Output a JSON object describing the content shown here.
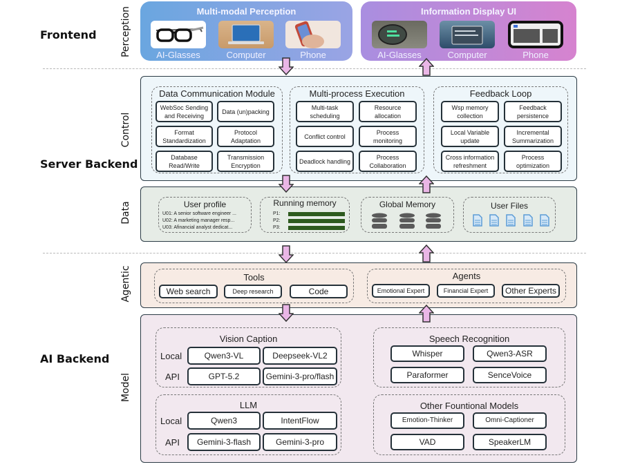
{
  "tiers": {
    "frontend": "Frontend",
    "server_backend": "Server Backend",
    "ai_backend": "AI Backend"
  },
  "layers": {
    "perception": "Perception",
    "control": "Control",
    "data": "Data",
    "agentic": "Agentic",
    "model": "Model"
  },
  "perception": {
    "input_panel": {
      "title": "Multi-modal Perception",
      "devices": [
        "AI-Glasses",
        "Computer",
        "Phone"
      ]
    },
    "output_panel": {
      "title": "Information Display UI",
      "devices": [
        "AI-Glasses",
        "Computer",
        "Phone"
      ]
    }
  },
  "control": {
    "groups": [
      {
        "title": "Data Communication Module",
        "items": [
          "WebSoc Sending and Receiving",
          "Data (un)packing",
          "Format Standardization",
          "Protocol Adaptation",
          "Database Read/Write",
          "Transmission Encryption"
        ]
      },
      {
        "title": "Multi-process Execution",
        "items": [
          "Multi-task scheduling",
          "Resource allocation",
          "Conflict control",
          "Process monitoring",
          "Deadlock handling",
          "Process Collaboration"
        ]
      },
      {
        "title": "Feedback Loop",
        "items": [
          "Wsp memory collection",
          "Feedback persistence",
          "Local Variable update",
          "Incremental Summarization",
          "Cross information refreshment",
          "Process optimization"
        ]
      }
    ]
  },
  "data": {
    "user_profile": {
      "title": "User profile",
      "entries": [
        "U01: A senior software engineer ...",
        "U02: A marketing manager resp...",
        "U03: Afinancial analyst dedicat..."
      ]
    },
    "running_memory": {
      "title": "Running memory",
      "entries": [
        "P1:",
        "P2:",
        "P3:"
      ]
    },
    "global_memory": {
      "title": "Global Memory",
      "icons": [
        "database-icon",
        "database-icon",
        "database-icon"
      ]
    },
    "user_files": {
      "title": "User Files",
      "icons": [
        "file-icon",
        "file-icon",
        "file-icon",
        "file-icon",
        "file-icon"
      ]
    }
  },
  "agentic": {
    "tools": {
      "title": "Tools",
      "items": [
        "Web search",
        "Deep research",
        "Code"
      ]
    },
    "agents": {
      "title": "Agents",
      "items": [
        "Emotional Expert",
        "Financial Expert",
        "Other Experts"
      ]
    }
  },
  "model": {
    "vision_caption": {
      "title": "Vision Caption",
      "rows": [
        {
          "label": "Local",
          "items": [
            "Qwen3-VL",
            "Deepseek-VL2"
          ]
        },
        {
          "label": "API",
          "items": [
            "GPT-5.2",
            "Gemini-3-pro/flash"
          ]
        }
      ]
    },
    "speech_recognition": {
      "title": "Speech Recognition",
      "items": [
        "Whisper",
        "Qwen3-ASR",
        "Paraformer",
        "SenceVoice"
      ]
    },
    "llm": {
      "title": "LLM",
      "rows": [
        {
          "label": "Local",
          "items": [
            "Qwen3",
            "IntentFlow"
          ]
        },
        {
          "label": "API",
          "items": [
            "Gemini-3-flash",
            "Gemini-3-pro"
          ]
        }
      ]
    },
    "other_models": {
      "title": "Other Fountional Models",
      "items": [
        "Emotion-Thinker",
        "Omni-Captioner",
        "VAD",
        "SpeakerLM"
      ]
    }
  },
  "colors": {
    "perception_gradient": [
      "#6aa6e0",
      "#9aa4e4"
    ],
    "display_gradient": [
      "#a98ee0",
      "#d683cf"
    ],
    "control_bg": "#eef6fa",
    "data_bg": "#e6ece6",
    "agentic_bg": "#f7ebe4",
    "model_bg": "#f2e8ef",
    "arrow_fill": "#eab6e6",
    "bar_fill": "#2d5a1e",
    "file_icon": "#5b9bd5"
  }
}
